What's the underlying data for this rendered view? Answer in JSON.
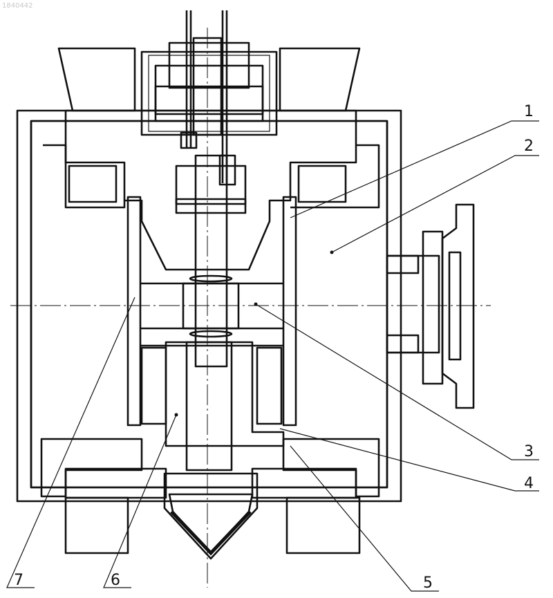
{
  "watermark": "1840442",
  "callouts": [
    {
      "id": "1",
      "text": "1"
    },
    {
      "id": "2",
      "text": "2"
    },
    {
      "id": "3",
      "text": "3"
    },
    {
      "id": "4",
      "text": "4"
    },
    {
      "id": "5",
      "text": "5"
    },
    {
      "id": "6",
      "text": "6"
    },
    {
      "id": "7",
      "text": "7"
    }
  ],
  "colors": {
    "ink": "#111111",
    "paper": "#ffffff"
  }
}
